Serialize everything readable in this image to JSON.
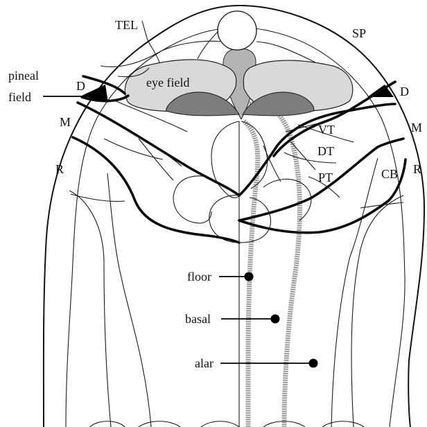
{
  "labels": {
    "tel": "TEL",
    "sp": "SP",
    "pineal_field_line1": "pineal",
    "pineal_field_line2": "field",
    "d_left": "D",
    "d_right": "D",
    "m_left": "M",
    "m_right": "M",
    "r_left": "R",
    "r_right": "R",
    "cb": "CB",
    "eye_field": "eye field",
    "vt": "VT",
    "dt": "DT",
    "pt": "PT",
    "floor": "floor",
    "basal": "basal",
    "alar": "alar"
  },
  "colors": {
    "line": "#111111",
    "eye_field_fill": "#d9d9d9",
    "optic_fill": "#7d7d7d",
    "midline_fill": "#b3b3b3",
    "dotted_band": "#9a9a9a",
    "background": "#ffffff"
  }
}
